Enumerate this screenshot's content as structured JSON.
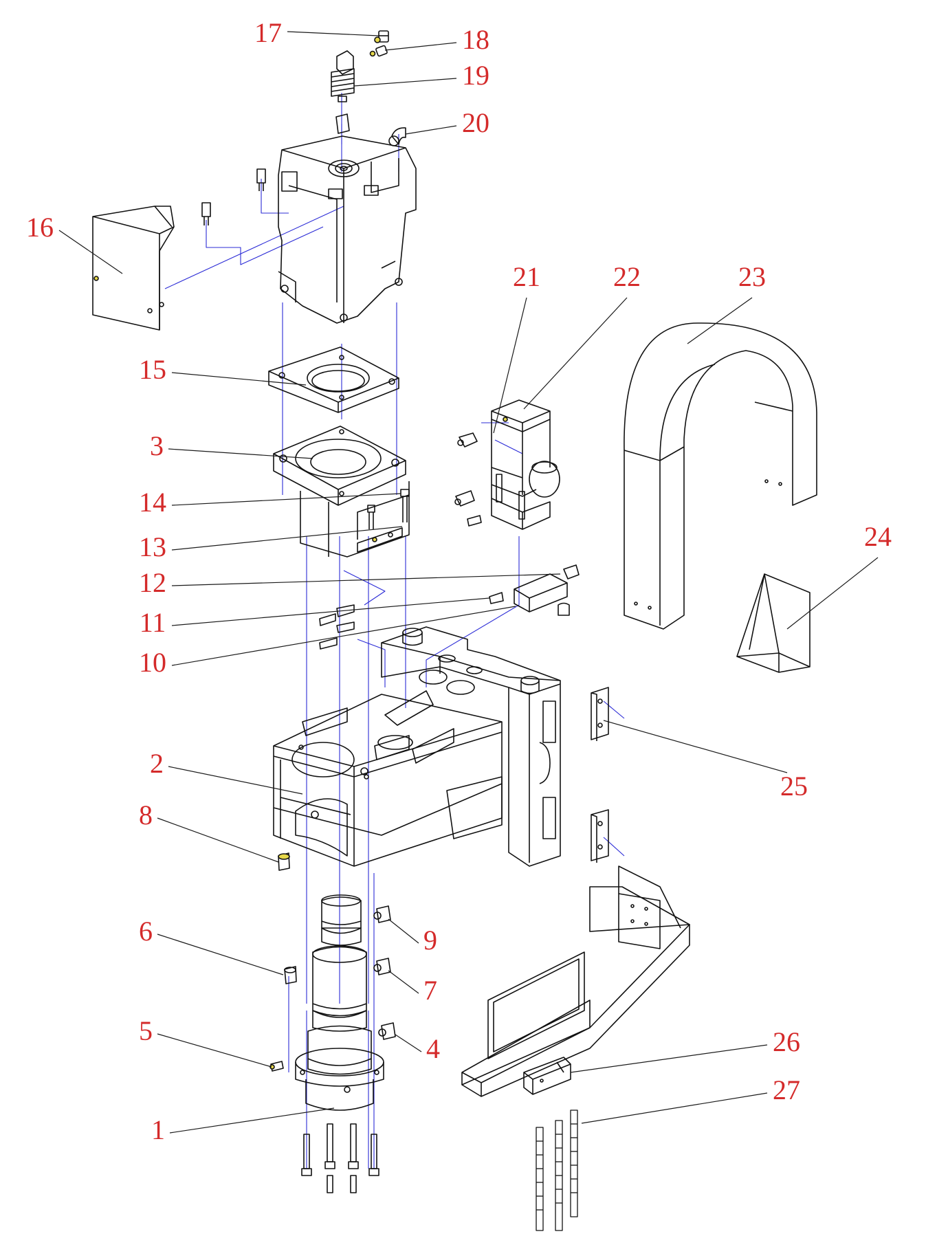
{
  "colors": {
    "label": "#d42a2a",
    "leader": "#1a1a1a",
    "part_line": "#111111",
    "centerline": "#2b2bd6",
    "accent": "#e6d84a"
  },
  "callouts": [
    {
      "id": "1",
      "text": "1"
    },
    {
      "id": "2",
      "text": "2"
    },
    {
      "id": "3",
      "text": "3"
    },
    {
      "id": "4",
      "text": "4"
    },
    {
      "id": "5",
      "text": "5"
    },
    {
      "id": "6",
      "text": "6"
    },
    {
      "id": "7",
      "text": "7"
    },
    {
      "id": "8",
      "text": "8"
    },
    {
      "id": "9",
      "text": "9"
    },
    {
      "id": "10",
      "text": "10"
    },
    {
      "id": "11",
      "text": "11"
    },
    {
      "id": "12",
      "text": "12"
    },
    {
      "id": "13",
      "text": "13"
    },
    {
      "id": "14",
      "text": "14"
    },
    {
      "id": "15",
      "text": "15"
    },
    {
      "id": "16",
      "text": "16"
    },
    {
      "id": "17",
      "text": "17"
    },
    {
      "id": "18",
      "text": "18"
    },
    {
      "id": "19",
      "text": "19"
    },
    {
      "id": "20",
      "text": "20"
    },
    {
      "id": "21",
      "text": "21"
    },
    {
      "id": "22",
      "text": "22"
    },
    {
      "id": "23",
      "text": "23"
    },
    {
      "id": "24",
      "text": "24"
    },
    {
      "id": "25",
      "text": "25"
    },
    {
      "id": "26",
      "text": "26"
    },
    {
      "id": "27",
      "text": "27"
    }
  ]
}
